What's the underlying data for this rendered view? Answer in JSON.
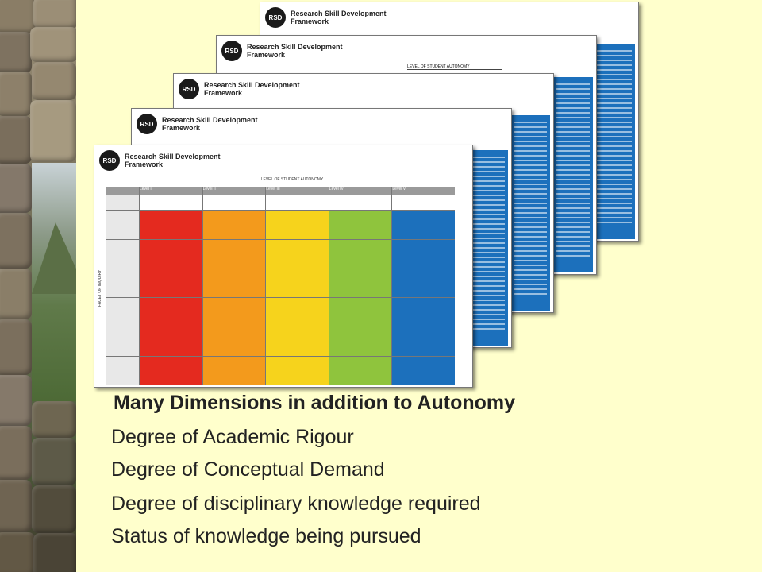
{
  "slide": {
    "heading": "Many Dimensions in addition to Autonomy",
    "items": [
      "Degree of Academic Rigour",
      "Degree of Conceptual Demand",
      "Degree of disciplinary knowledge required",
      "Status of knowledge being pursued"
    ]
  },
  "sheets": {
    "logo_text": "RSD",
    "title_line1": "Research Skill Development",
    "title_line2": "Framework",
    "autonomy_label": "LEVEL OF STUDENT AUTONOMY",
    "facet_label": "FACET OF INQUIRY",
    "levels": [
      "Level I",
      "Level II",
      "Level III",
      "Level IV",
      "Level V"
    ]
  },
  "colors": {
    "background": "#ffffcc",
    "red": "#e42a1f",
    "orange": "#f39a1c",
    "yellow": "#f6d31c",
    "green": "#8fc43d",
    "blue": "#1c70bc"
  }
}
